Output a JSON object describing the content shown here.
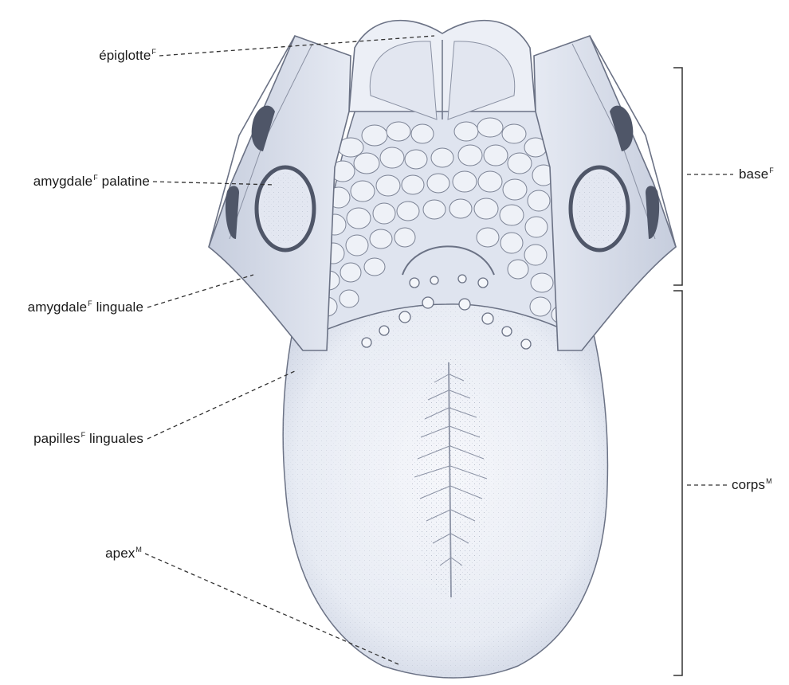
{
  "labels": {
    "epiglotte": {
      "text": "épiglotte",
      "gender": "F"
    },
    "amygdale_palatine": {
      "text": "amygdale palatine",
      "word": "amygdale",
      "gender": "F",
      "rest": " palatine"
    },
    "amygdale_linguale": {
      "text": "amygdale linguale",
      "word": "amygdale",
      "gender": "F",
      "rest": " linguale"
    },
    "papilles_linguales": {
      "text": "papilles linguales",
      "word": "papilles",
      "gender": "F",
      "rest": " linguales"
    },
    "apex": {
      "text": "apex",
      "gender": "M"
    },
    "base": {
      "text": "base",
      "gender": "F"
    },
    "corps": {
      "text": "corps",
      "gender": "M"
    }
  },
  "colors": {
    "tongue_fill": "#eef1f8",
    "tongue_shade": "#cdd4e4",
    "outline": "#6b7285",
    "tonsil_ring": "#4f5668",
    "leader": "#333333"
  }
}
